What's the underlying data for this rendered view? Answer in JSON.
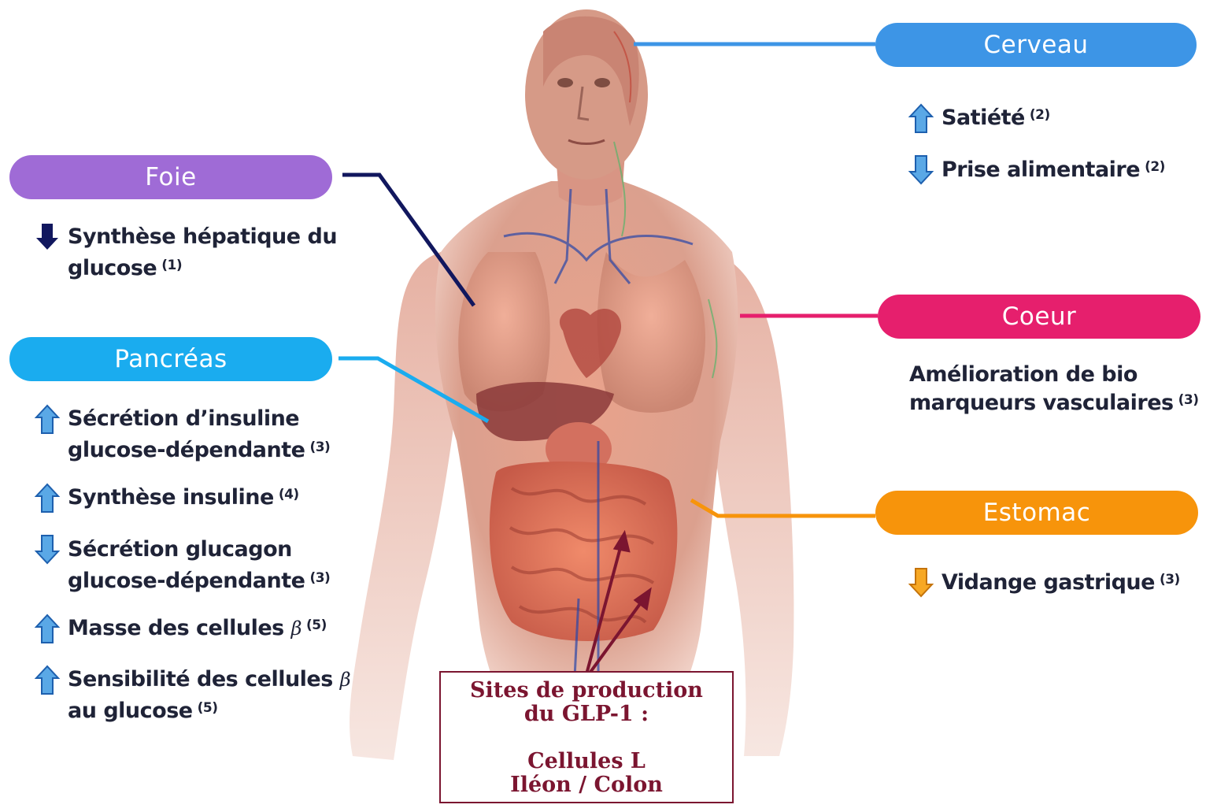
{
  "colors": {
    "foie": "#9f6bd6",
    "pancreas": "#1aacef",
    "cerveau": "#3d95e6",
    "coeur": "#e61f6d",
    "estomac": "#f7940b",
    "foie_line": "#11175e",
    "sites": "#7b1530",
    "text": "#1f2337"
  },
  "organs": {
    "cerveau": {
      "label": "Cerveau",
      "effects": [
        {
          "direction": "up",
          "text": "Satiété",
          "ref": "(2)"
        },
        {
          "direction": "down",
          "text": "Prise alimentaire",
          "ref": "(2)"
        }
      ]
    },
    "foie": {
      "label": "Foie",
      "effects": [
        {
          "direction": "down-dark",
          "line1": "Synthèse hépatique du",
          "line2": "glucose",
          "ref": "(1)"
        }
      ]
    },
    "pancreas": {
      "label": "Pancréas",
      "effects": [
        {
          "direction": "up",
          "line1": "Sécrétion d’insuline",
          "line2": "glucose-dépendante",
          "ref": "(3)"
        },
        {
          "direction": "up",
          "text": "Synthèse insuline",
          "ref": "(4)"
        },
        {
          "direction": "down",
          "line1": "Sécrétion glucagon",
          "line2": "glucose-dépendante",
          "ref": "(3)"
        },
        {
          "direction": "up",
          "text": "Masse des cellules",
          "symbol": "β",
          "ref": "(5)"
        },
        {
          "direction": "up",
          "line1": "Sensibilité des cellules",
          "symbol": "β",
          "line2": "au glucose",
          "ref": "(5)"
        }
      ]
    },
    "coeur": {
      "label": "Coeur",
      "effects": [
        {
          "line1": "Amélioration de bio",
          "line2": "marqueurs vasculaires",
          "ref": "(3)"
        }
      ]
    },
    "estomac": {
      "label": "Estomac",
      "effects": [
        {
          "direction": "down-orange",
          "text": "Vidange gastrique",
          "ref": "(3)"
        }
      ]
    }
  },
  "sites": {
    "line1": "Sites de production",
    "line2": "du GLP-1 :",
    "line3": "Cellules L",
    "line4": "Iléon / Colon"
  }
}
